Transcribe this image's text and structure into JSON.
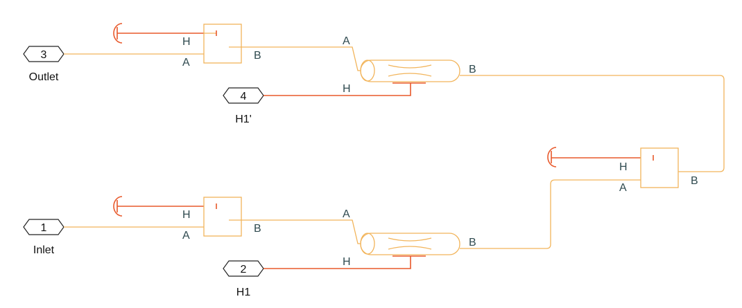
{
  "ports": [
    {
      "number": "3",
      "name": "Outlet"
    },
    {
      "number": "4",
      "name": "H1'"
    },
    {
      "number": "1",
      "name": "Inlet"
    },
    {
      "number": "2",
      "name": "H1"
    }
  ],
  "connection_labels": {
    "a": "A",
    "b": "B",
    "h": "H"
  },
  "colors": {
    "fluid_line": "#f2b45a",
    "thermal_line": "#e8582a",
    "label_text": "#2f4a4f"
  }
}
